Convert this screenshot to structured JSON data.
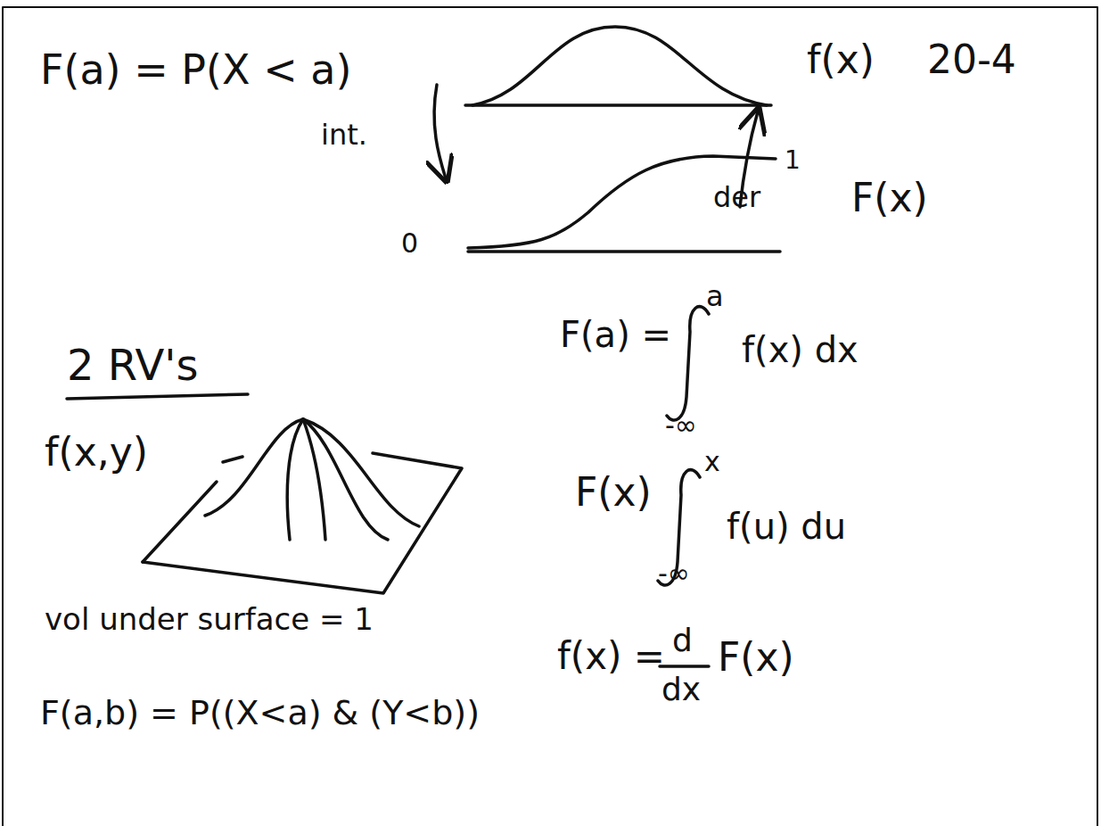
{
  "diagram": {
    "labels": [
      "F(a) = P(X < a)",
      "f(x)",
      "20-4",
      "int.",
      "1",
      "der",
      "0",
      "F(x)",
      "2 RV's",
      "F(a) =",
      "a",
      "f(x) dx",
      "-∞",
      "f(x,y)",
      "F(x)",
      "x",
      "f(u) du",
      "-∞",
      "vol under surface = 1",
      "f(x) =",
      "d",
      "dx",
      "F(x)",
      "F(a,b) = P((X<a) & (Y<b))"
    ]
  }
}
